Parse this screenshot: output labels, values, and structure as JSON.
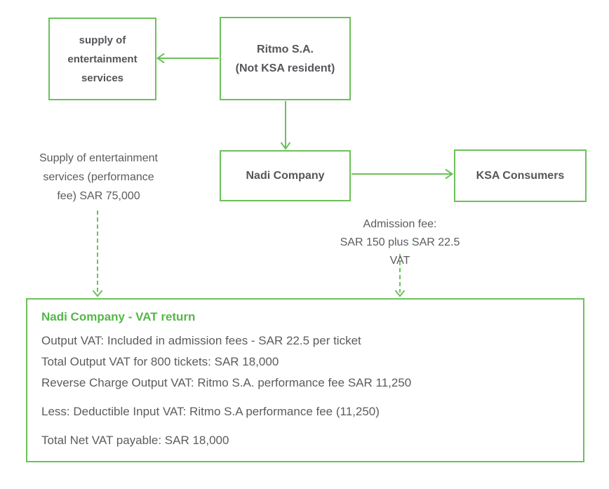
{
  "colors": {
    "green_line": "#6cc15a",
    "green_text": "#54b848",
    "text_dark": "#54565a",
    "text_gray": "#5a5c5f",
    "background": "#ffffff"
  },
  "boxes": {
    "supply": {
      "lines": [
        "supply of",
        "entertainment",
        "services"
      ]
    },
    "ritmo": {
      "lines": [
        "Ritmo S.A.",
        "(Not KSA resident)"
      ]
    },
    "nadi": {
      "label": "Nadi Company"
    },
    "ksa": {
      "label": "KSA Consumers"
    }
  },
  "annotations": {
    "performance_fee": {
      "lines": [
        "Supply of entertainment",
        "services (performance",
        "fee) SAR 75,000"
      ]
    },
    "admission_fee": {
      "lines": [
        "Admission fee:",
        "SAR 150 plus SAR 22.5",
        "VAT"
      ]
    }
  },
  "vat_return": {
    "title": "Nadi Company - VAT return",
    "lines": [
      "Output VAT: Included in admission fees - SAR 22.5 per ticket",
      "Total Output VAT for 800 tickets: SAR 18,000",
      "Reverse Charge Output VAT: Ritmo S.A. performance fee SAR 11,250",
      "Less: Deductible Input VAT: Ritmo S.A performance fee (11,250)",
      "Total Net VAT payable: SAR 18,000"
    ]
  }
}
